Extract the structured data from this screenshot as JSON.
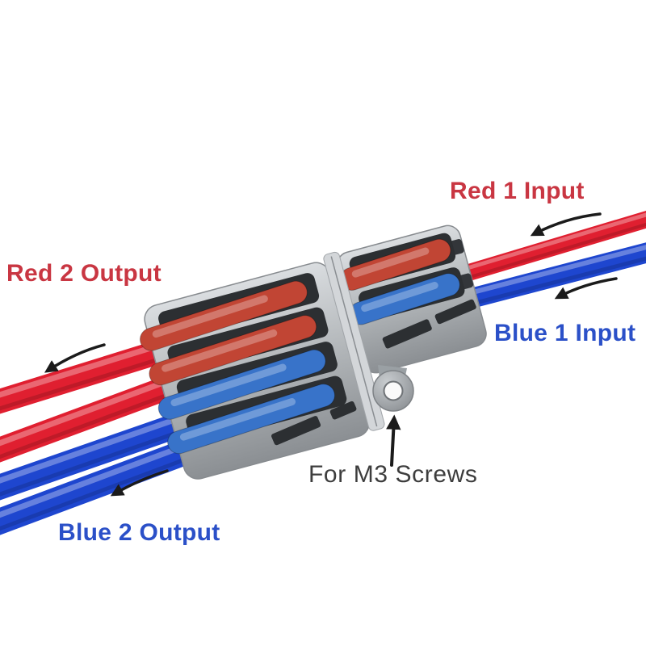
{
  "meta": {
    "type": "product-photo",
    "subject": "Lever wire connector (2-in / 4-out splitter) with red and blue wires",
    "background": "#ffffff"
  },
  "annotations": {
    "red1": "Red 1 Input",
    "red2": "Red 2 Output",
    "blue1": "Blue 1 Input",
    "blue2": "Blue 2 Output",
    "m3": "For M3 Screws"
  },
  "colors": {
    "label_red": "#c93642",
    "label_blue": "#2b50c8",
    "label_dark": "#3d3d3d",
    "wire_red": "#e01f30",
    "wire_blue": "#1e46cf",
    "lever_red": "#c14534",
    "lever_blue": "#3873c9",
    "body_gray": "#b3b7bb",
    "slot_dark": "#2c2f32",
    "arrow": "#1b1b1b"
  }
}
